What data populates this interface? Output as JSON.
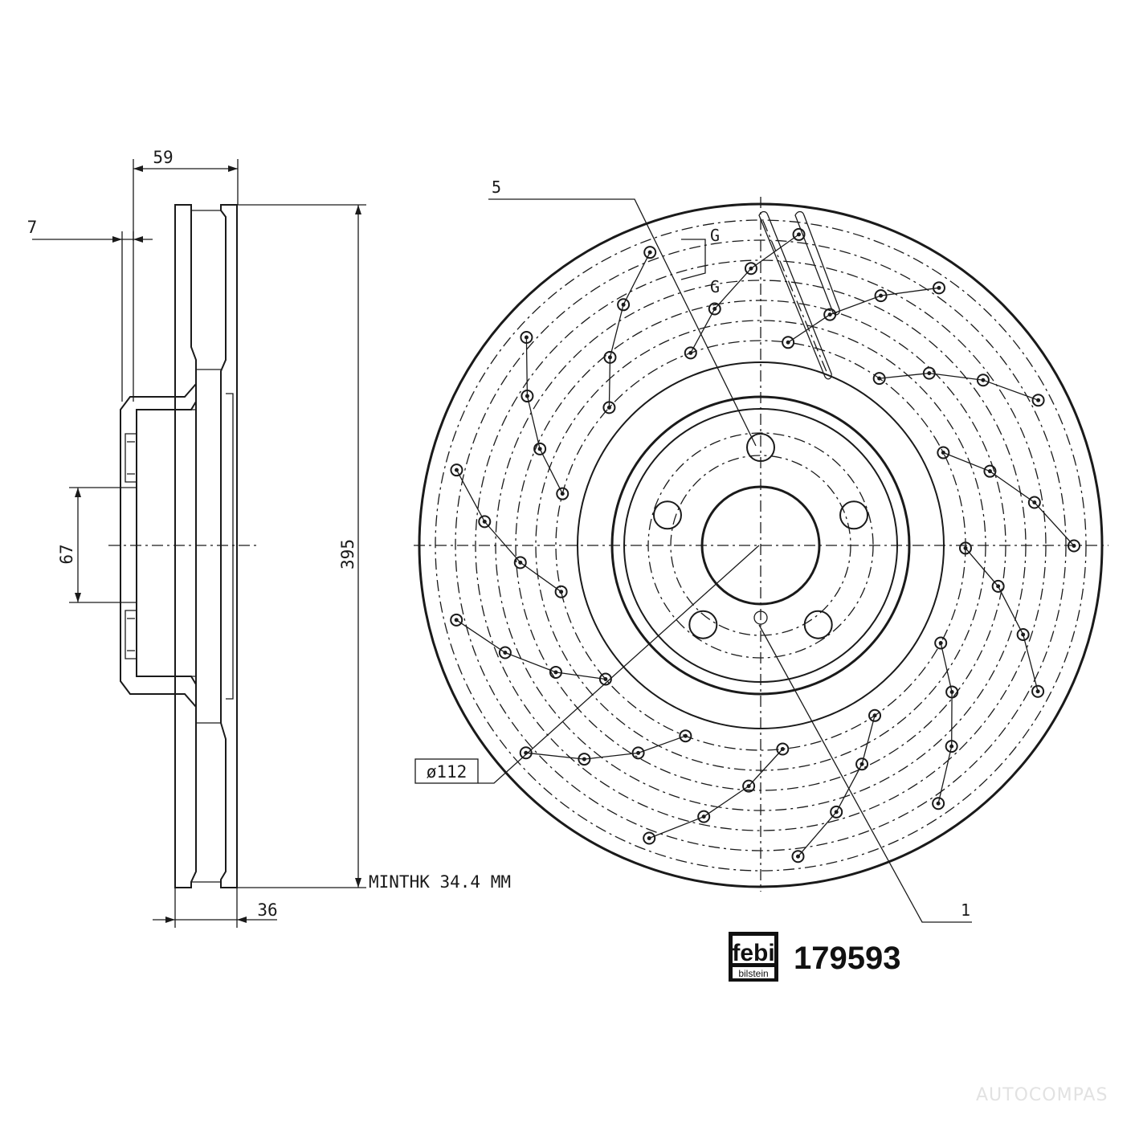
{
  "dimensions": {
    "width_59": "59",
    "offset_7": "7",
    "bore_67": "67",
    "diameter_395": "395",
    "thickness_36": "36",
    "min_thickness": "MINTHK 34.4 MM",
    "bolt_circle": "ø112"
  },
  "callouts": {
    "item_5": "5",
    "item_1": "1",
    "mark_g1": "G",
    "mark_g2": "G"
  },
  "brand": {
    "logo_word": "febi",
    "logo_subword": "bilstein",
    "part_number": "179593"
  },
  "watermark": "AUTOCOMPAS"
}
